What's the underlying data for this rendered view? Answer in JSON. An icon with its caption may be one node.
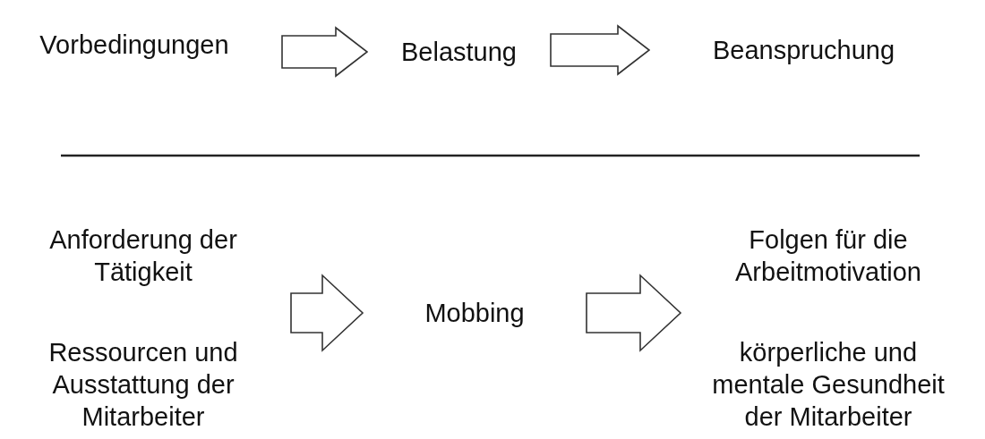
{
  "diagram": {
    "nodes": [
      {
        "text": [
          "Vorbedingungen"
        ]
      },
      {
        "text": [
          "Belastung"
        ]
      },
      {
        "text": [
          "Beanspruchung"
        ]
      },
      {
        "text": [
          "Anforderung der Tätigkeit"
        ]
      },
      {
        "text": [
          "Ressourcen und Ausstattung der Mitarbeiter"
        ]
      },
      {
        "text": [
          "Mobbing"
        ]
      },
      {
        "text": [
          "Folgen für die Arbeitmotivation"
        ]
      },
      {
        "text": [
          "körperliche und mentale Gesundheit der Mitarbeiter"
        ]
      }
    ],
    "edges": [
      {
        "from": 0,
        "to": 1,
        "arrow": "to"
      },
      {
        "from": 1,
        "to": 2,
        "arrow": "to"
      },
      {
        "from": 3,
        "to": 5,
        "arrow": "to"
      },
      {
        "from": 4,
        "to": 5,
        "arrow": "to"
      },
      {
        "from": 5,
        "to": 6,
        "arrow": "to"
      },
      {
        "from": 5,
        "to": 7,
        "arrow": "to"
      }
    ]
  }
}
